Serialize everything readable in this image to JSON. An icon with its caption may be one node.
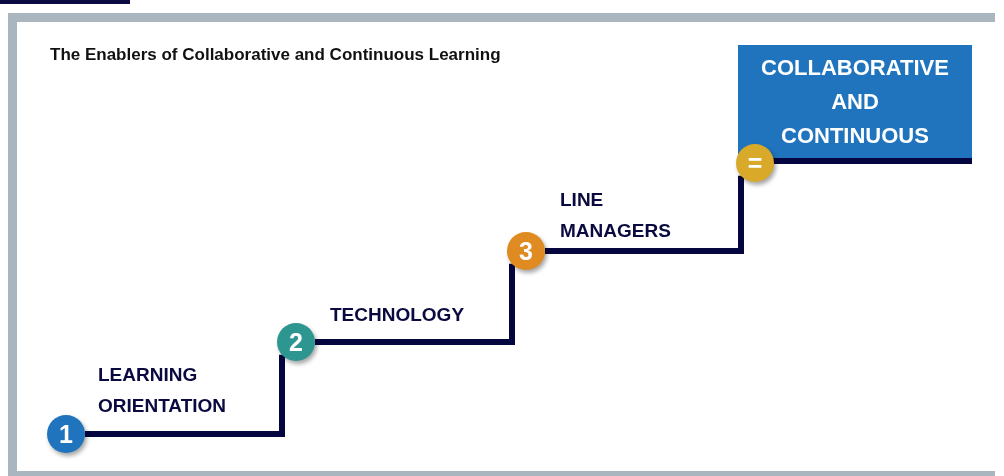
{
  "diagram": {
    "title": "The Enablers of Collaborative and Continuous Learning",
    "nodes": [
      {
        "text": [
          "COLLABORATIVE AND CONTINUOUS"
        ]
      },
      {
        "text": [
          "1"
        ],
        "beside": [
          "LEARNING ORIENTATION"
        ]
      },
      {
        "text": [
          "2"
        ],
        "beside": [
          "TECHNOLOGY"
        ]
      },
      {
        "text": [
          "3"
        ],
        "beside": [
          "LINE MANAGERS"
        ]
      },
      {
        "text": [
          "="
        ]
      }
    ],
    "edges": [
      {
        "from": 1,
        "to": 2,
        "arrow": "none"
      },
      {
        "from": 2,
        "to": 3,
        "arrow": "none"
      },
      {
        "from": 3,
        "to": 4,
        "arrow": "none"
      }
    ]
  }
}
